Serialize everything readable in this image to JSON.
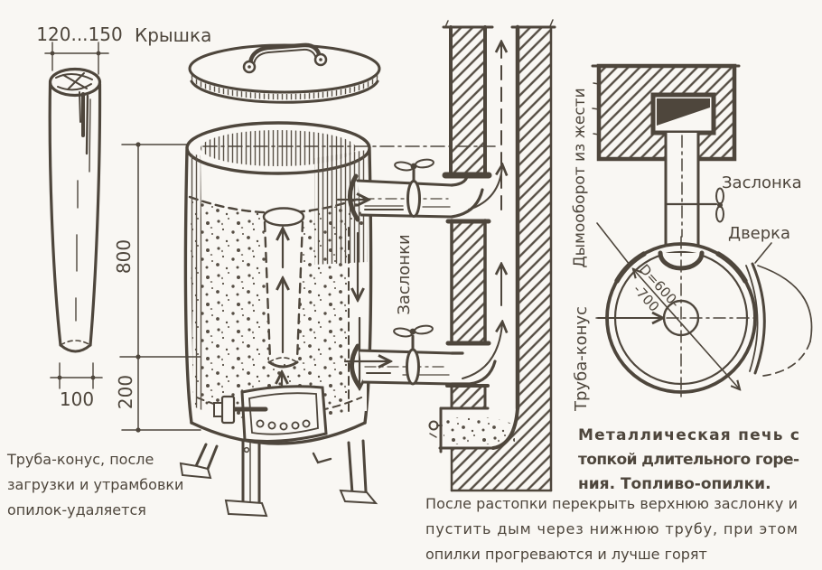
{
  "colors": {
    "ink": "#4e463c",
    "paper": "#f9f7f3"
  },
  "cone_tube_view": {
    "dim_top": "120...150",
    "dim_bottom": "100",
    "note_line1": "Труба-конус, после",
    "note_line2": "загрузки и утрамбовки",
    "note_line3": "опилок-удаляется"
  },
  "stove_view": {
    "lid_label": "Крышка",
    "dim_body_height": "800",
    "dim_firebox_height": "200",
    "dampers_label": "Заслонки"
  },
  "top_view": {
    "smoke_turn_label": "Дымооборот из жести",
    "damper_label": "Заслонка",
    "door_label": "Дверка",
    "cone_tube_label": "Труба-конус",
    "diameter_line1": "D=600-",
    "diameter_line2": "-700"
  },
  "captions": {
    "title_line1": "Металлическая печь с",
    "title_line2": "топкой длительного горе-",
    "title_line3": "ния. Топливо-опилки.",
    "usage_line1": "После растопки перекрыть верхнюю заслонку и",
    "usage_line2": "пустить дым через нижнюю трубу, при этом",
    "usage_line3": "опилки прогреваются и лучше горят"
  }
}
